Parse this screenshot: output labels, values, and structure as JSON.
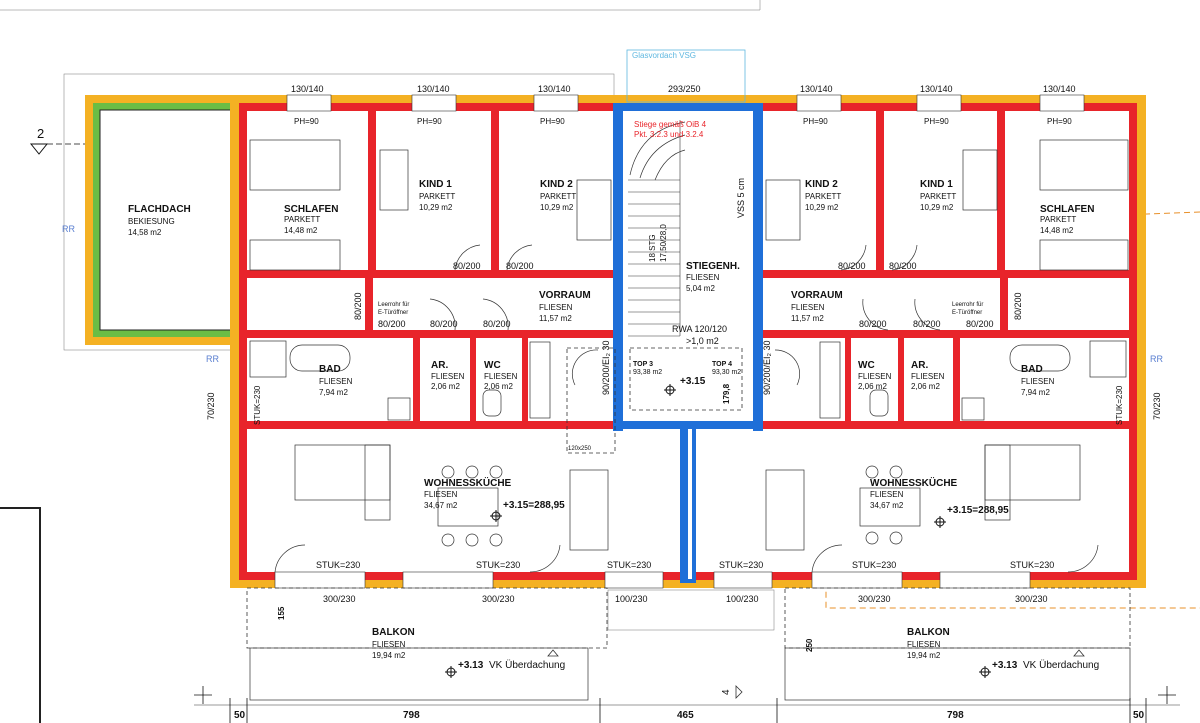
{
  "section_marker": "2",
  "rooms": {
    "flachdach": {
      "name": "FLACHDACH",
      "finish": "BEKIESUNG",
      "area": "14,58 m2"
    },
    "schlafen_l": {
      "name": "SCHLAFEN",
      "finish": "PARKETT",
      "area": "14,48 m2"
    },
    "kind1_l": {
      "name": "KIND 1",
      "finish": "PARKETT",
      "area": "10,29 m2"
    },
    "kind2_l": {
      "name": "KIND 2",
      "finish": "PARKETT",
      "area": "10,29 m2"
    },
    "stiegenh": {
      "name": "STIEGENH.",
      "finish": "FLIESEN",
      "area": "5,04 m2"
    },
    "kind2_r": {
      "name": "KIND 2",
      "finish": "PARKETT",
      "area": "10,29 m2"
    },
    "kind1_r": {
      "name": "KIND 1",
      "finish": "PARKETT",
      "area": "10,29 m2"
    },
    "schlafen_r": {
      "name": "SCHLAFEN",
      "finish": "PARKETT",
      "area": "14,48 m2"
    },
    "vorraum_l": {
      "name": "VORRAUM",
      "finish": "FLIESEN",
      "area": "11,57 m2"
    },
    "vorraum_r": {
      "name": "VORRAUM",
      "finish": "FLIESEN",
      "area": "11,57 m2"
    },
    "bad_l": {
      "name": "BAD",
      "finish": "FLIESEN",
      "area": "7,94 m2"
    },
    "ar_l": {
      "name": "AR.",
      "finish": "FLIESEN",
      "area": "2,06 m2"
    },
    "wc_l": {
      "name": "WC",
      "finish": "FLIESEN",
      "area": "2,06 m2"
    },
    "wc_r": {
      "name": "WC",
      "finish": "FLIESEN",
      "area": "2,06 m2"
    },
    "ar_r": {
      "name": "AR.",
      "finish": "FLIESEN",
      "area": "2,06 m2"
    },
    "bad_r": {
      "name": "BAD",
      "finish": "FLIESEN",
      "area": "7,94 m2"
    },
    "wohn_l": {
      "name": "WOHNESSKÜCHE",
      "finish": "FLIESEN",
      "area": "34,67 m2"
    },
    "wohn_r": {
      "name": "WOHNESSKÜCHE",
      "finish": "FLIESEN",
      "area": "34,67 m2"
    },
    "balkon_l": {
      "name": "BALKON",
      "finish": "FLIESEN",
      "area": "19,94 m2"
    },
    "balkon_r": {
      "name": "BALKON",
      "finish": "FLIESEN",
      "area": "19,94 m2"
    }
  },
  "windows_top": [
    "130/140",
    "130/140",
    "130/140",
    "293/250",
    "130/140",
    "130/140",
    "130/140"
  ],
  "parapet": "PH=90",
  "glasvordach": "Glasvordach VSG",
  "stair_note": [
    "Stiege gemäß OiB 4",
    "Pkt. 3.2.3 und 3.2.4"
  ],
  "stair_steps": [
    "18 STG",
    "17,50/28,0"
  ],
  "vss": "VSS 5 cm",
  "rwa": "RWA 120/120",
  "rwa_sub": ">1,0 m2",
  "top3": [
    "TOP 3",
    "93,38 m2"
  ],
  "top4": [
    "TOP 4",
    "93,30 m2"
  ],
  "level_stair": "+3.15",
  "level_living": "+3.15=288,95",
  "level_balcony": "+3.13",
  "overhang": "VK Überdachung",
  "door_80": "80/200",
  "door_90": "90/200/EI₂ 30",
  "opener_note": [
    "Leerrohr für",
    "E-Türöffner"
  ],
  "rr": "RR",
  "side_window": "70/230",
  "stuk": "STUK=230",
  "sliding": [
    "300/230",
    "300/230",
    "100/230",
    "100/230",
    "300/230",
    "300/230"
  ],
  "dim_179": "179,8",
  "dim_155": "155",
  "dim_250": "250",
  "dim_4": "4",
  "lift_note": "120x250",
  "bottom_dims": [
    "50",
    "798",
    "465",
    "798",
    "50"
  ],
  "colors": {
    "wall": "#e8242a",
    "insulation": "#f4b123",
    "stair_wall": "#1f6fd8",
    "roof_hatch": "#6abd45",
    "annex": "#e8902a"
  }
}
